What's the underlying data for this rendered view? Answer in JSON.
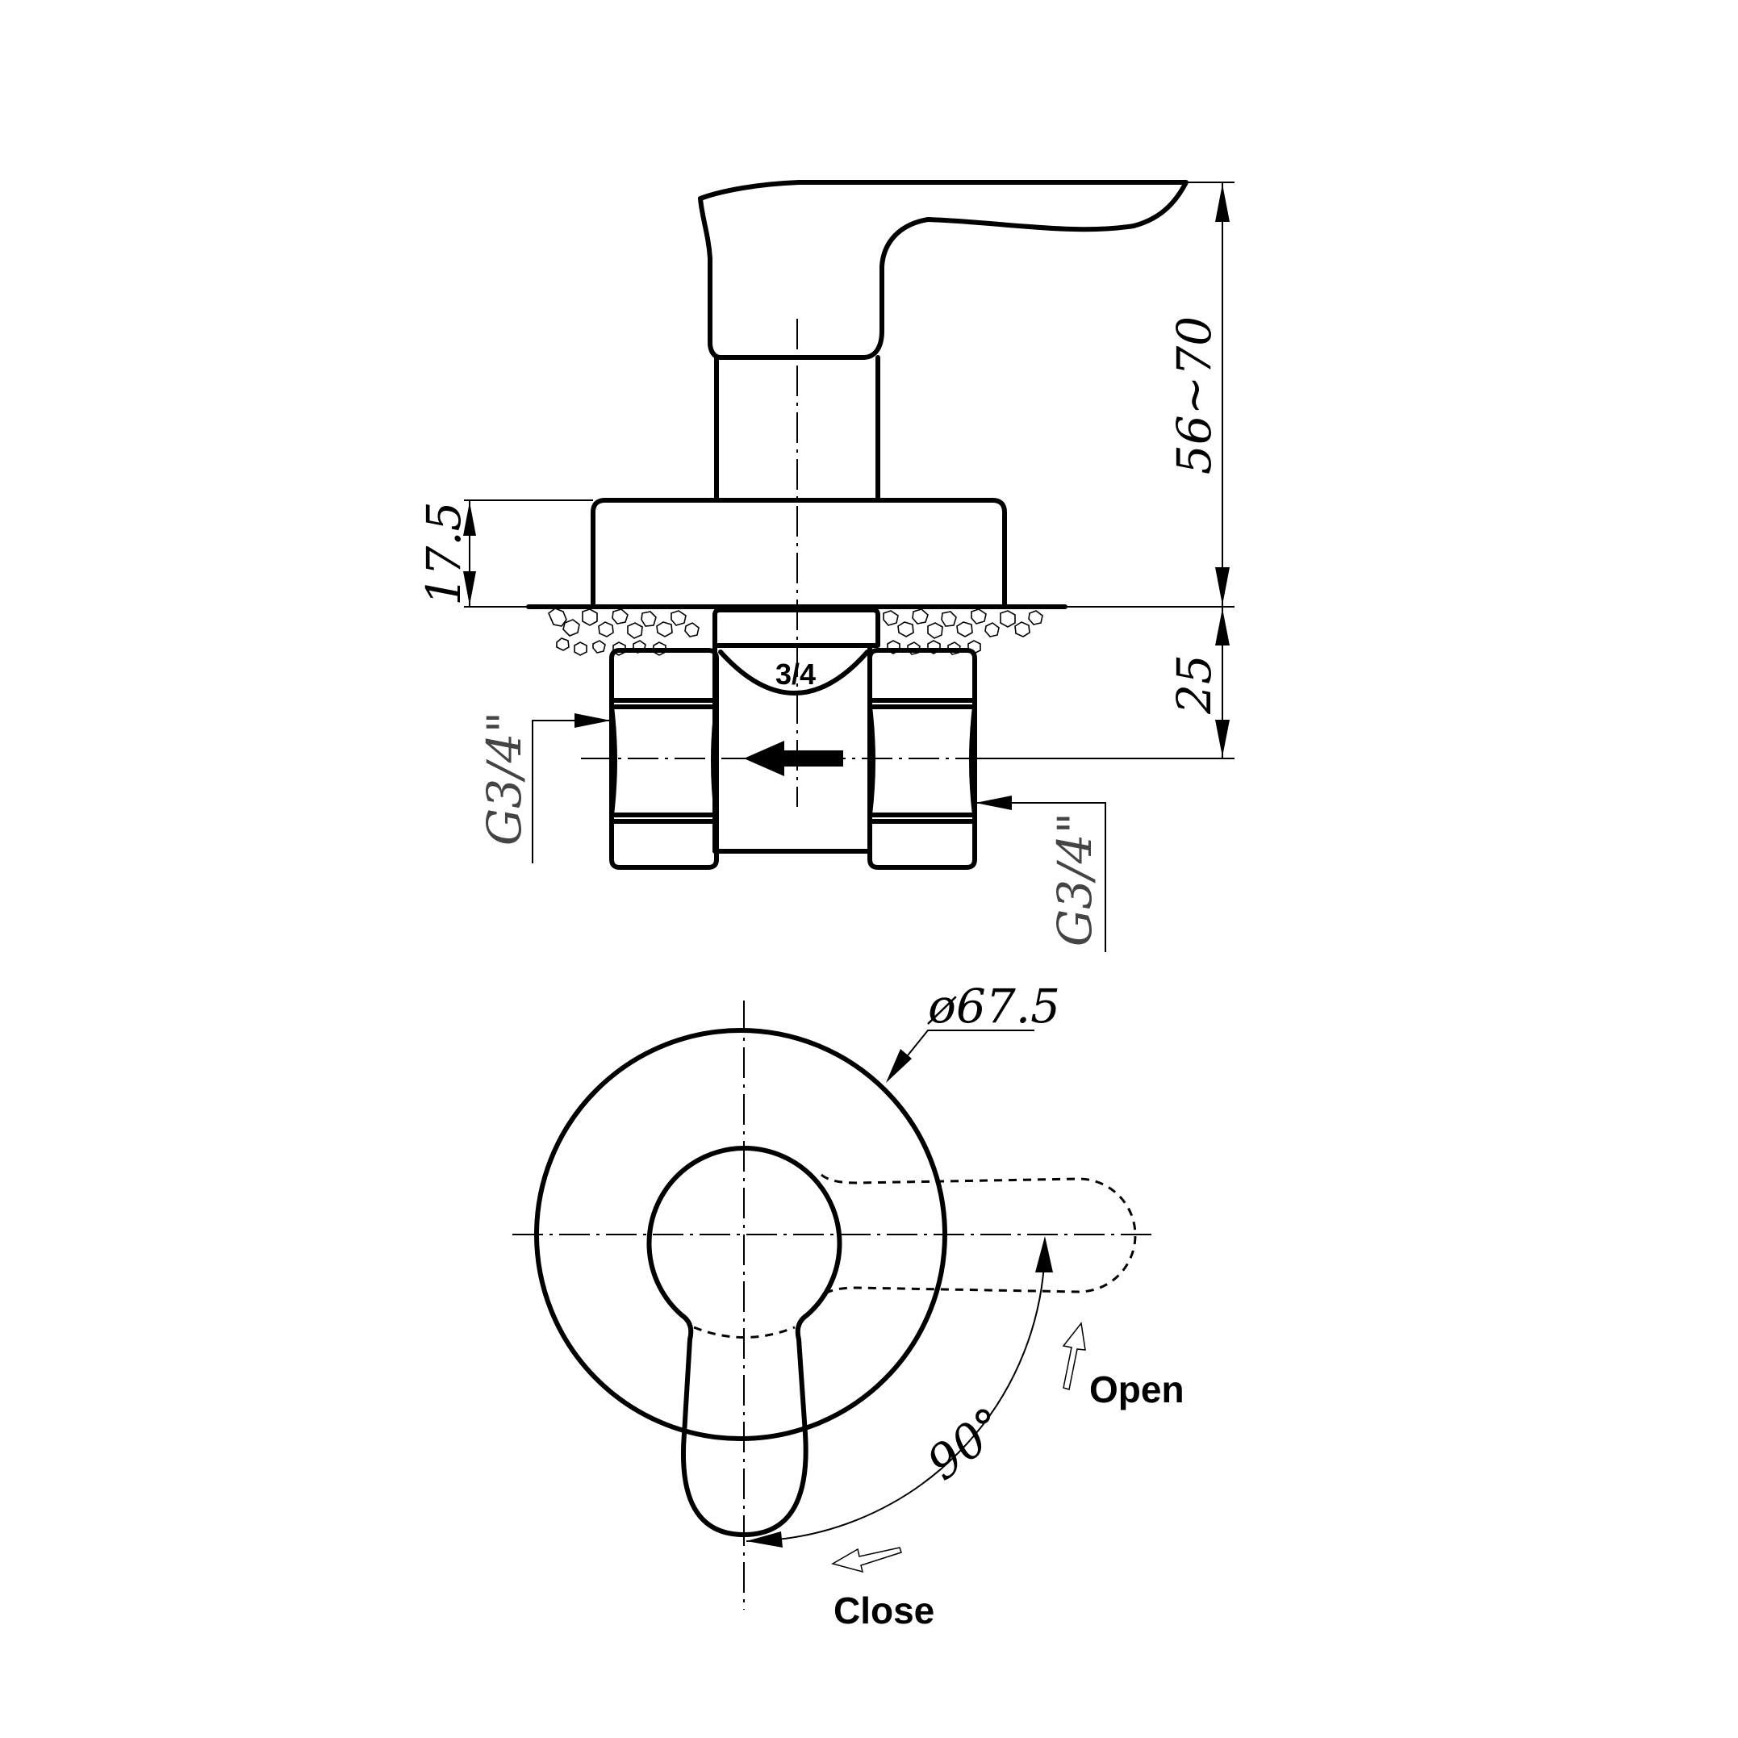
{
  "dimensions": {
    "handle_height": "56~70",
    "flange_height": "17.5",
    "inlet_depth": "25",
    "thread_left": "G3/4\"",
    "thread_right": "G3/4\"",
    "plate_diameter": "ø67.5",
    "rotation_angle": "90°"
  },
  "labels": {
    "body_size": "3/4",
    "open": "Open",
    "close": "Close"
  }
}
